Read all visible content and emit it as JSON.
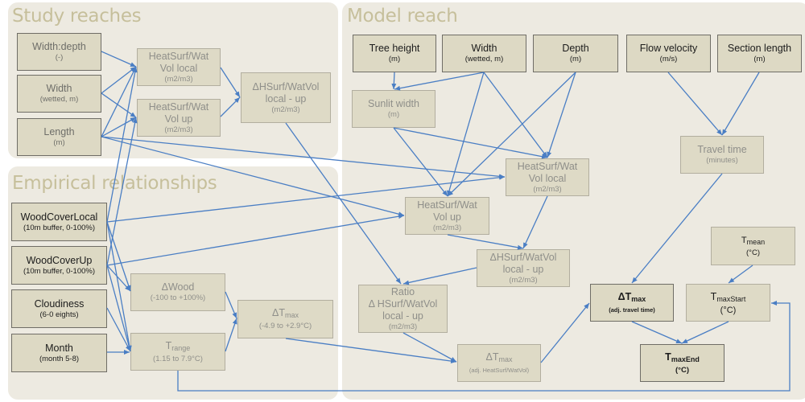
{
  "colors": {
    "panel": "#edeae1",
    "box": "#ddd9c4",
    "arrow": "#4a7ec4",
    "panel_title": "#c6bf9b"
  },
  "panels": {
    "study_reaches": "Study reaches",
    "empirical": "Empirical relationships",
    "model_reach": "Model reach"
  },
  "nodes": {
    "sr_widthdepth": {
      "title": "Width:depth",
      "sub": "(-)"
    },
    "sr_width": {
      "title": "Width",
      "sub": "(wetted, m)"
    },
    "sr_length": {
      "title": "Length",
      "sub": "(m)"
    },
    "sr_hs_local": {
      "line1": "HeatSurf/Wat",
      "line2": "Vol local",
      "sub": "(m2/m3)"
    },
    "sr_hs_up": {
      "line1": "HeatSurf/Wat",
      "line2": "Vol up",
      "sub": "(m2/m3)"
    },
    "sr_dhs": {
      "line1": "ΔHSurf/WatVol",
      "line2": "local - up",
      "sub": "(m2/m3)"
    },
    "em_woodlocal": {
      "title": "WoodCoverLocal",
      "sub": "(10m buffer, 0-100%)"
    },
    "em_woodup": {
      "title": "WoodCoverUp",
      "sub": "(10m buffer, 0-100%)"
    },
    "em_cloud": {
      "title": "Cloudiness",
      "sub": "(6-0 eights)"
    },
    "em_month": {
      "title": "Month",
      "sub": "(month 5-8)"
    },
    "em_dwood": {
      "title": "ΔWood",
      "sub": "(-100 to +100%)"
    },
    "em_trange": {
      "title": "T",
      "title_sub": "range",
      "sub": "(1.15 to 7.9°C)"
    },
    "em_dtmax": {
      "title": "ΔT",
      "title_sub": "max",
      "sub": "(-4.9 to +2.9°C)"
    },
    "mr_tree": {
      "title": "Tree height",
      "sub": "(m)"
    },
    "mr_width": {
      "title": "Width",
      "sub": "(wetted, m)"
    },
    "mr_depth": {
      "title": "Depth",
      "sub": "(m)"
    },
    "mr_flow": {
      "title": "Flow velocity",
      "sub": "(m/s)"
    },
    "mr_section": {
      "title": "Section length",
      "sub": "(m)"
    },
    "mr_sunlit": {
      "title": "Sunlit width",
      "sub": "(m)"
    },
    "mr_hs_local": {
      "line1": "HeatSurf/Wat",
      "line2": "Vol local",
      "sub": "(m2/m3)"
    },
    "mr_hs_up": {
      "line1": "HeatSurf/Wat",
      "line2": "Vol up",
      "sub": "(m2/m3)"
    },
    "mr_dhs": {
      "line1": "ΔHSurf/WatVol",
      "line2": "local - up",
      "sub": "(m2/m3)"
    },
    "mr_ratio": {
      "line1": "Ratio",
      "line2": "Δ HSurf/WatVol",
      "line3": "local - up",
      "sub": "(m2/m3)"
    },
    "mr_dtmax_hs": {
      "title": "ΔT",
      "title_sub": "max",
      "sub": "(adj. HeatSurf/WatVol)"
    },
    "mr_travel": {
      "title": "Travel time",
      "sub": "(minutes)"
    },
    "mr_tmean": {
      "title": "T",
      "title_sub": "mean",
      "sub": "(°C)"
    },
    "mr_dtmax_tt": {
      "title": "ΔT",
      "title_sub": "max",
      "sub": "(adj. travel time)"
    },
    "mr_tmaxstart": {
      "title": "T",
      "title_sub": "maxStart",
      "sub": "(°C)"
    },
    "mr_tmaxend": {
      "title": "T",
      "title_sub": "maxEnd",
      "sub": "(°C)"
    }
  }
}
